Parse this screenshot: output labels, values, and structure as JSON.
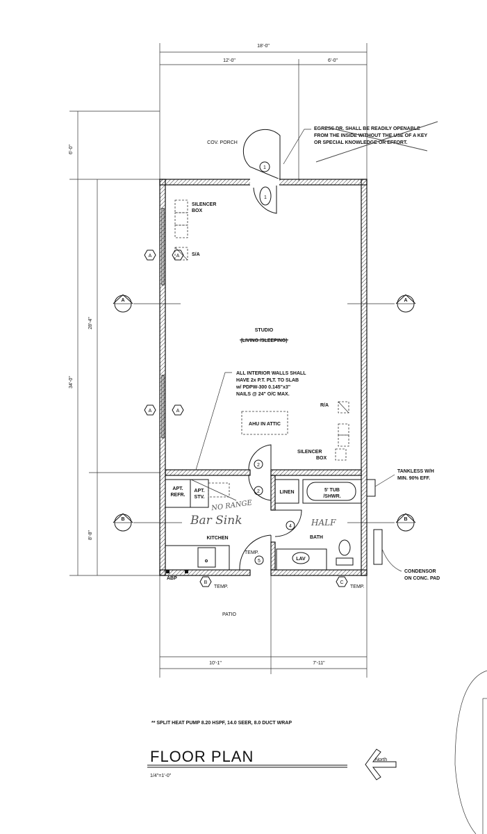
{
  "dimensions": {
    "overall_width": "18'-0\"",
    "top_left": "12'-0\"",
    "top_right": "6'-0\"",
    "porch_depth": "6'-0\"",
    "studio_depth": "28'-4\"",
    "overall_depth": "34'-0\"",
    "rear_depth": "8'-8\"",
    "bottom_left": "10'-1\"",
    "bottom_right": "7'-11\""
  },
  "rooms": {
    "porch": "COV. PORCH",
    "studio": "STUDIO",
    "studio_sub": "(LIVING /SLEEPING)",
    "kitchen": "KITCHEN",
    "bath": "BATH",
    "linen": "LINEN",
    "patio": "PATIO"
  },
  "fixtures": {
    "refr": [
      "APT.",
      "REFR."
    ],
    "stv": [
      "APT.",
      "STV."
    ],
    "tub": [
      "5' TUB",
      "/SHWR."
    ],
    "lav": "LAV",
    "abp": "ABP",
    "ahu": "AHU IN ATTIC",
    "sa": "S/A",
    "ra": "R/A",
    "silencer_top": [
      "SILENCER",
      "BOX"
    ],
    "silencer_bottom": [
      "SILENCER",
      "BOX"
    ]
  },
  "doors": [
    "1",
    "1",
    "2",
    "2",
    "4",
    "5"
  ],
  "door_temp": "TEMP.",
  "window_tags": {
    "a": "A",
    "b": "B",
    "c": "C",
    "temp": "TEMP."
  },
  "section_markers": {
    "a": "A",
    "b": "B"
  },
  "notes": {
    "egress": [
      "EGRESS DR. SHALL BE READILY OPENABLE",
      "FROM THE INSIDE WITHOUT THE USE OF A KEY",
      "OR SPECIAL KNOWLEDGE OR EFFORT."
    ],
    "interior_walls": [
      "ALL INTERIOR WALLS SHALL",
      "HAVE 2x P.T. PLT. TO SLAB",
      "w/ PDPW-300 0.145\"x3\"",
      "NAILS @ 24\" O/C MAX."
    ],
    "water_heater": [
      "TANKLESS W/H",
      "MIN. 90% EFF."
    ],
    "condensor": [
      "CONDENSOR",
      "ON CONC. PAD"
    ],
    "heat_pump": "** SPLIT HEAT PUMP 8.20 HSPF, 14.0 SEER, 8.0 DUCT WRAP"
  },
  "handwritten": {
    "no_range": "NO RANGE",
    "bar_sink": "Bar Sink",
    "half": "HALF"
  },
  "title": {
    "name": "FLOOR PLAN",
    "scale": "1/4\"=1'-0\"",
    "north": "North"
  }
}
